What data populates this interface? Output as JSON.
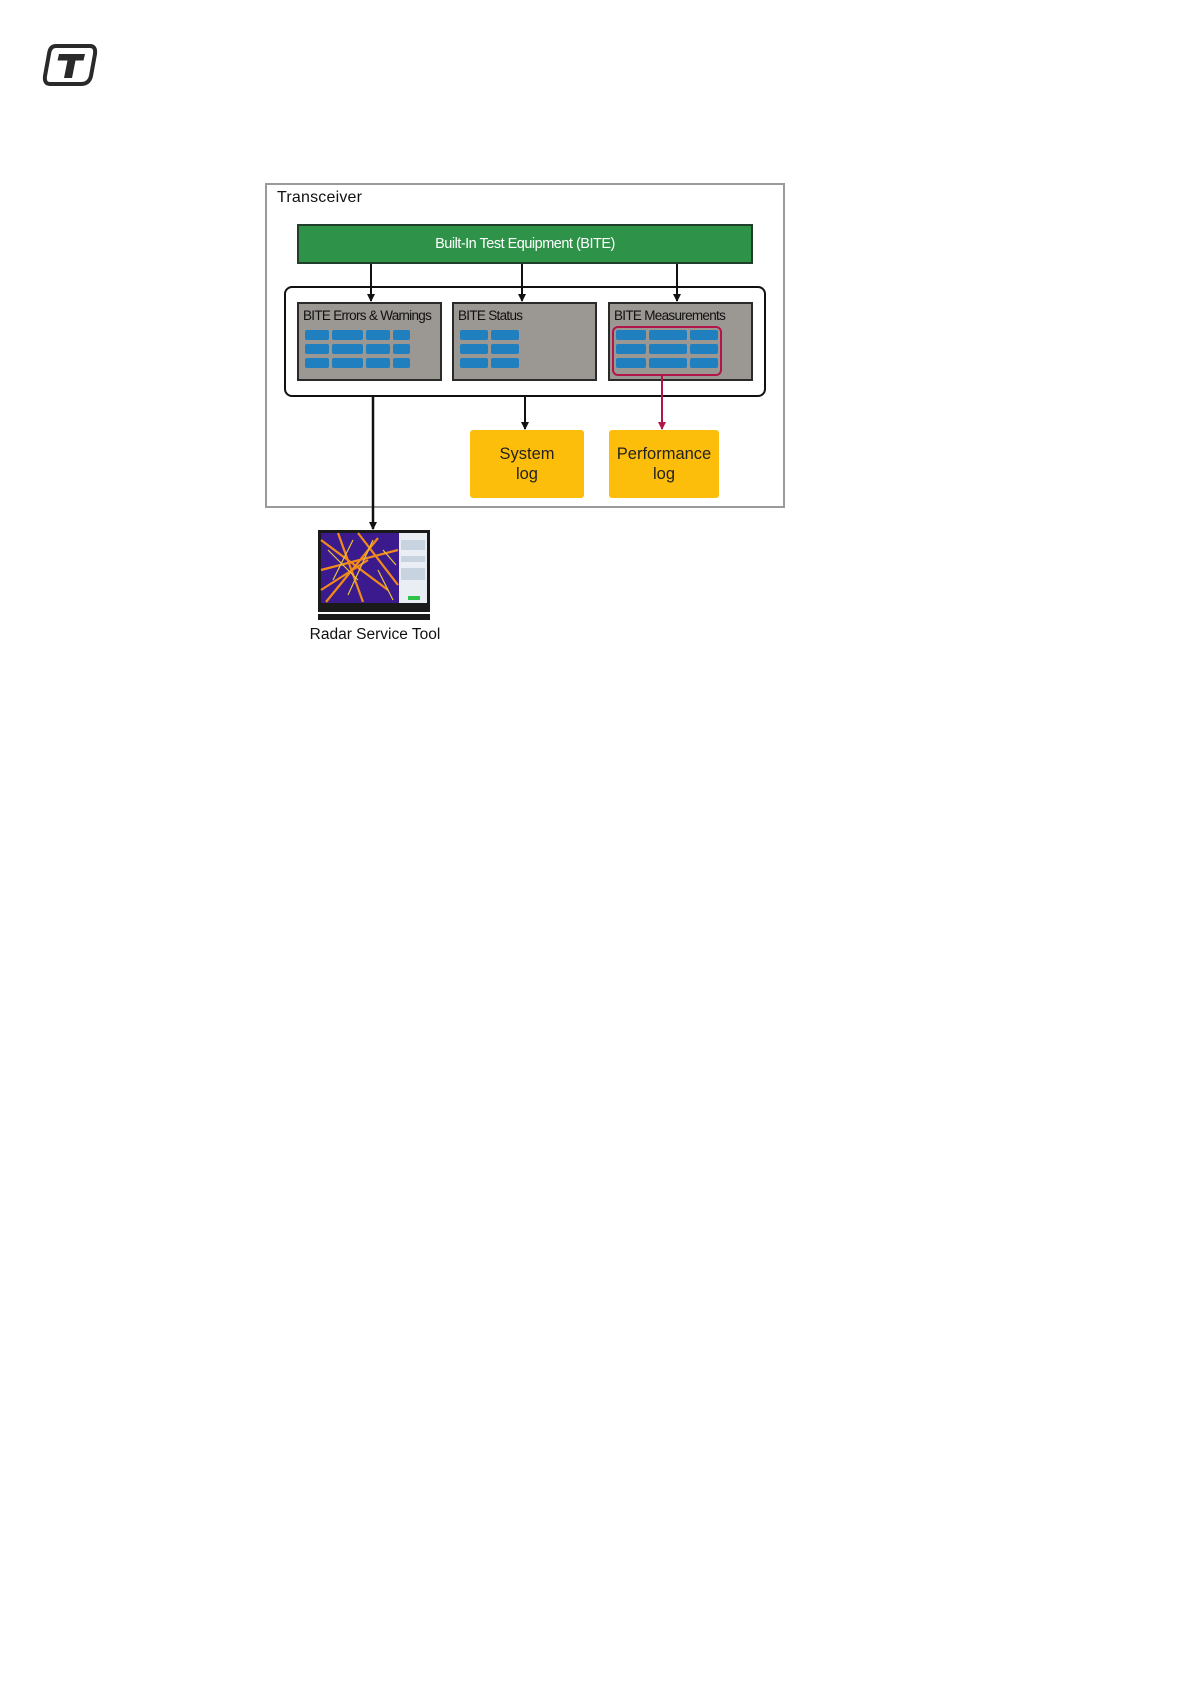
{
  "diagram": {
    "container_label": "Transceiver",
    "bite_label": "Built-In Test Equipment (BITE)",
    "panels": [
      {
        "label": "BITE Errors & Warnings"
      },
      {
        "label": "BITE Status"
      },
      {
        "label": "BITE Measurements"
      }
    ],
    "logs": {
      "system": {
        "line1": "System",
        "line2": "log"
      },
      "performance": {
        "line1": "Performance",
        "line2": "log"
      }
    },
    "tool_label": "Radar Service Tool"
  },
  "colors": {
    "bite_green": "#2e9348",
    "panel_grey": "#9b9793",
    "cell_blue": "#1f7fbf",
    "log_yellow": "#fcbd0b",
    "highlight_red": "#b3144a"
  },
  "icons": {
    "logo": "t-logo-icon",
    "tool": "laptop-icon"
  }
}
